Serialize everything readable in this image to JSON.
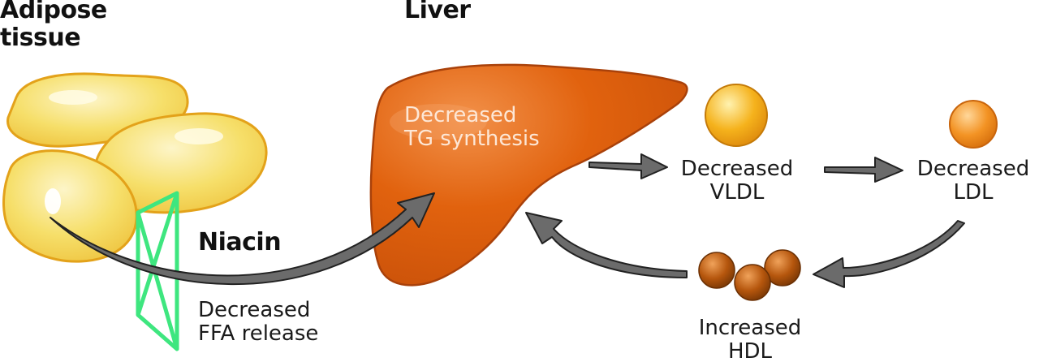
{
  "labels": {
    "adipose": {
      "line1": "Adipose",
      "line2": "tissue"
    },
    "liver": "Liver",
    "niacin": "Niacin",
    "ffa": {
      "line1": "Decreased",
      "line2": "FFA release"
    },
    "tg": {
      "line1": "Decreased",
      "line2": "TG synthesis"
    },
    "vldl": {
      "line1": "Decreased",
      "line2": "VLDL"
    },
    "ldl": {
      "line1": "Decreased",
      "line2": "LDL"
    },
    "hdl": {
      "line1": "Increased",
      "line2": "HDL"
    }
  },
  "colors": {
    "adipose_fill": "#f6df6a",
    "adipose_outline": "#e3a21a",
    "liver_fill": "#e1620e",
    "liver_outline": "#a9410a",
    "vldl_particle": "#f5b21c",
    "ldl_particle": "#f39324",
    "hdl_particle": "#b5560d",
    "arrow_fill": "#6b6b6b",
    "niacin_marker": "#3ee67f"
  }
}
